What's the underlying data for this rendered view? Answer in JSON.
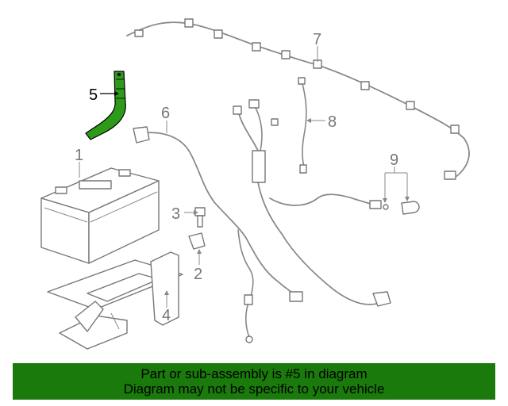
{
  "diagram": {
    "callouts": {
      "c1": "1",
      "c2": "2",
      "c3": "3",
      "c4": "4",
      "c5": "5",
      "c6": "6",
      "c7": "7",
      "c8": "8",
      "c9": "9"
    },
    "highlight_color": "#2d9a1a"
  },
  "banner": {
    "line1": "Part or sub-assembly is #5 in diagram",
    "line2": "Diagram may not be specific to your vehicle",
    "background": "#1a7a0b"
  }
}
